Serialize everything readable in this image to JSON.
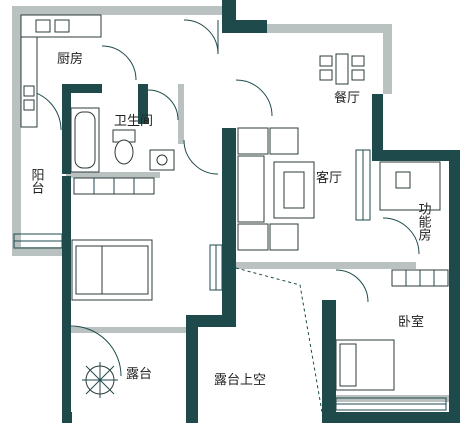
{
  "rooms": {
    "kitchen": "厨房",
    "bathroom": "卫生间",
    "dining": "餐厅",
    "living": "客厅",
    "balcony": "阳台",
    "function_room": "功能房",
    "bedroom": "卧室",
    "terrace": "露台",
    "terrace_above": "露台上空"
  },
  "colors": {
    "wall": "#1f4a4c",
    "wall_light": "#b9c1c1",
    "fixture": "#2d3b3b"
  }
}
